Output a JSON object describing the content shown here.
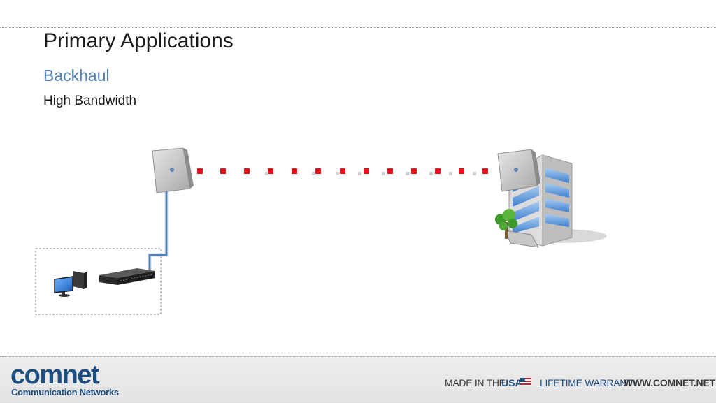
{
  "slide": {
    "title": "Primary Applications",
    "subtitle": "Backhaul",
    "description": "High Bandwidth"
  },
  "diagram": {
    "left_site": [
      "computer-icon",
      "network-switch-icon",
      "radio-antenna-icon"
    ],
    "right_site": [
      "radio-antenna-icon",
      "office-building-icon",
      "tree-icon"
    ],
    "link_style": "red dotted wireless link",
    "link_color": "#e8141b",
    "cable_color": "#4f7fb3"
  },
  "footer": {
    "logo_text": "comnet",
    "logo_subtext": "Communication Networks",
    "made_in_text": "MADE IN THE",
    "made_in_country": "USA",
    "warranty_text": "LIFETIME WARRANTY",
    "website_text": "WWW.COMNET.NET",
    "brand_color": "#1f4f80"
  }
}
